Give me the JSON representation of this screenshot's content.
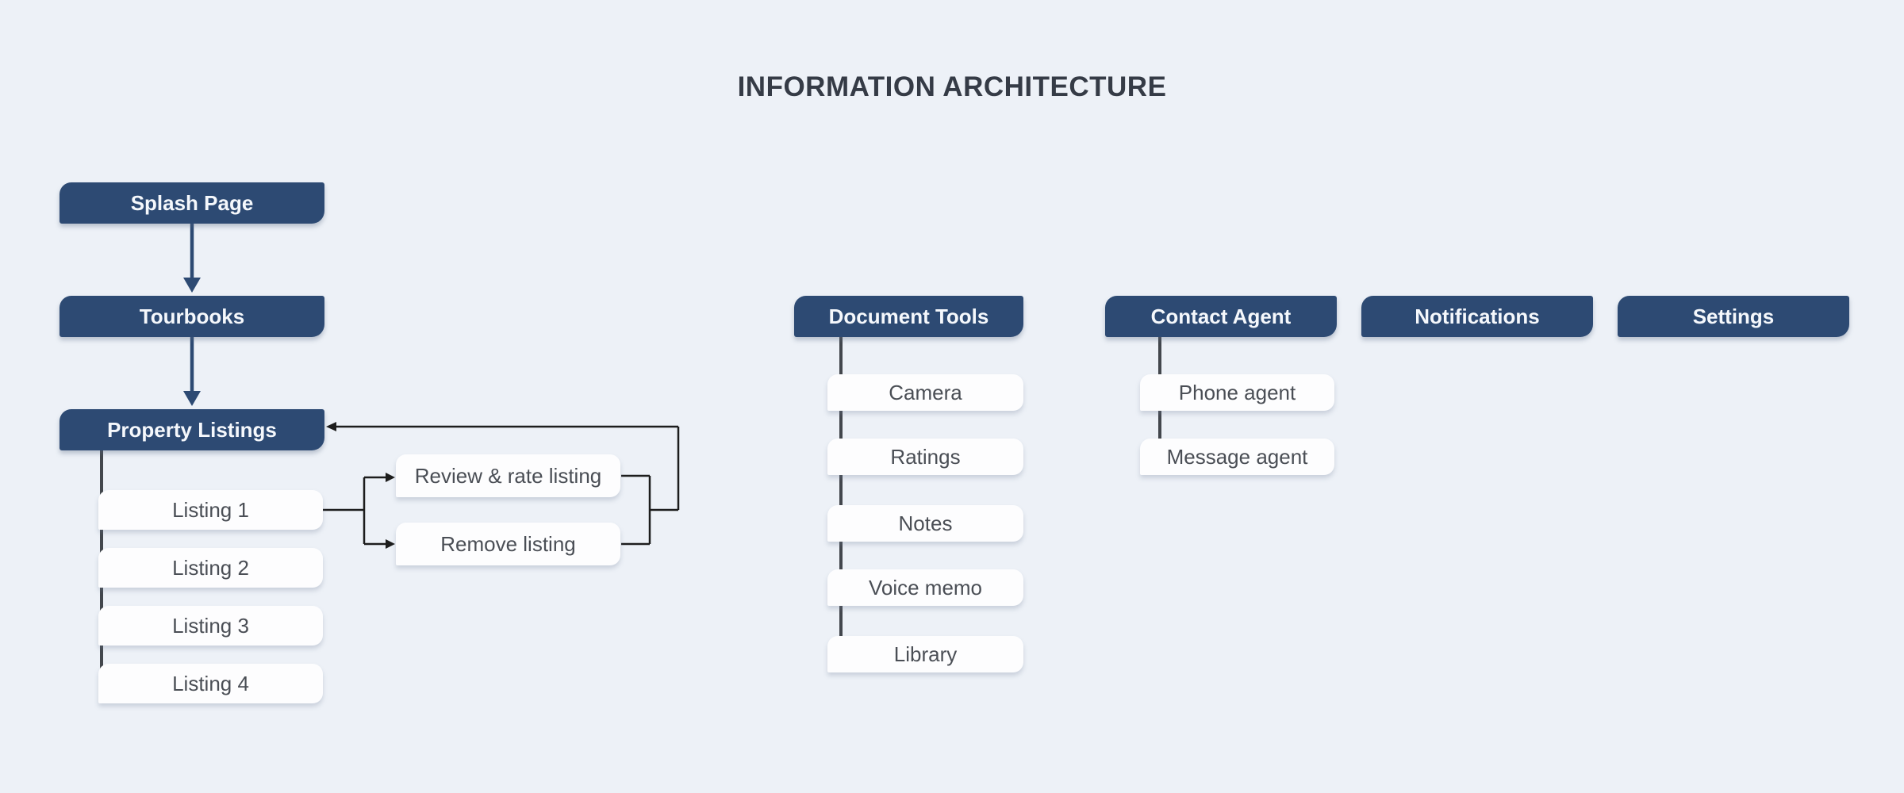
{
  "title": "INFORMATION ARCHITECTURE",
  "colors": {
    "navy": "#2d4a73",
    "background": "#edf1f7",
    "tree_line": "#43474d",
    "connector": "#1d1d1d",
    "child_text": "#4a4e55",
    "title_text": "#353b46",
    "node_fill": "#fdfdfe"
  },
  "flow": {
    "splash_page": "Splash Page",
    "tourbooks": "Tourbooks",
    "property_listings": "Property Listings",
    "listings": [
      "Listing 1",
      "Listing 2",
      "Listing 3",
      "Listing 4"
    ],
    "listing_actions": [
      "Review & rate listing",
      "Remove listing"
    ]
  },
  "sections": [
    {
      "header": "Document Tools",
      "children": [
        "Camera",
        "Ratings",
        "Notes",
        "Voice memo",
        "Library"
      ]
    },
    {
      "header": "Contact Agent",
      "children": [
        "Phone agent",
        "Message agent"
      ]
    },
    {
      "header": "Notifications",
      "children": []
    },
    {
      "header": "Settings",
      "children": []
    }
  ]
}
